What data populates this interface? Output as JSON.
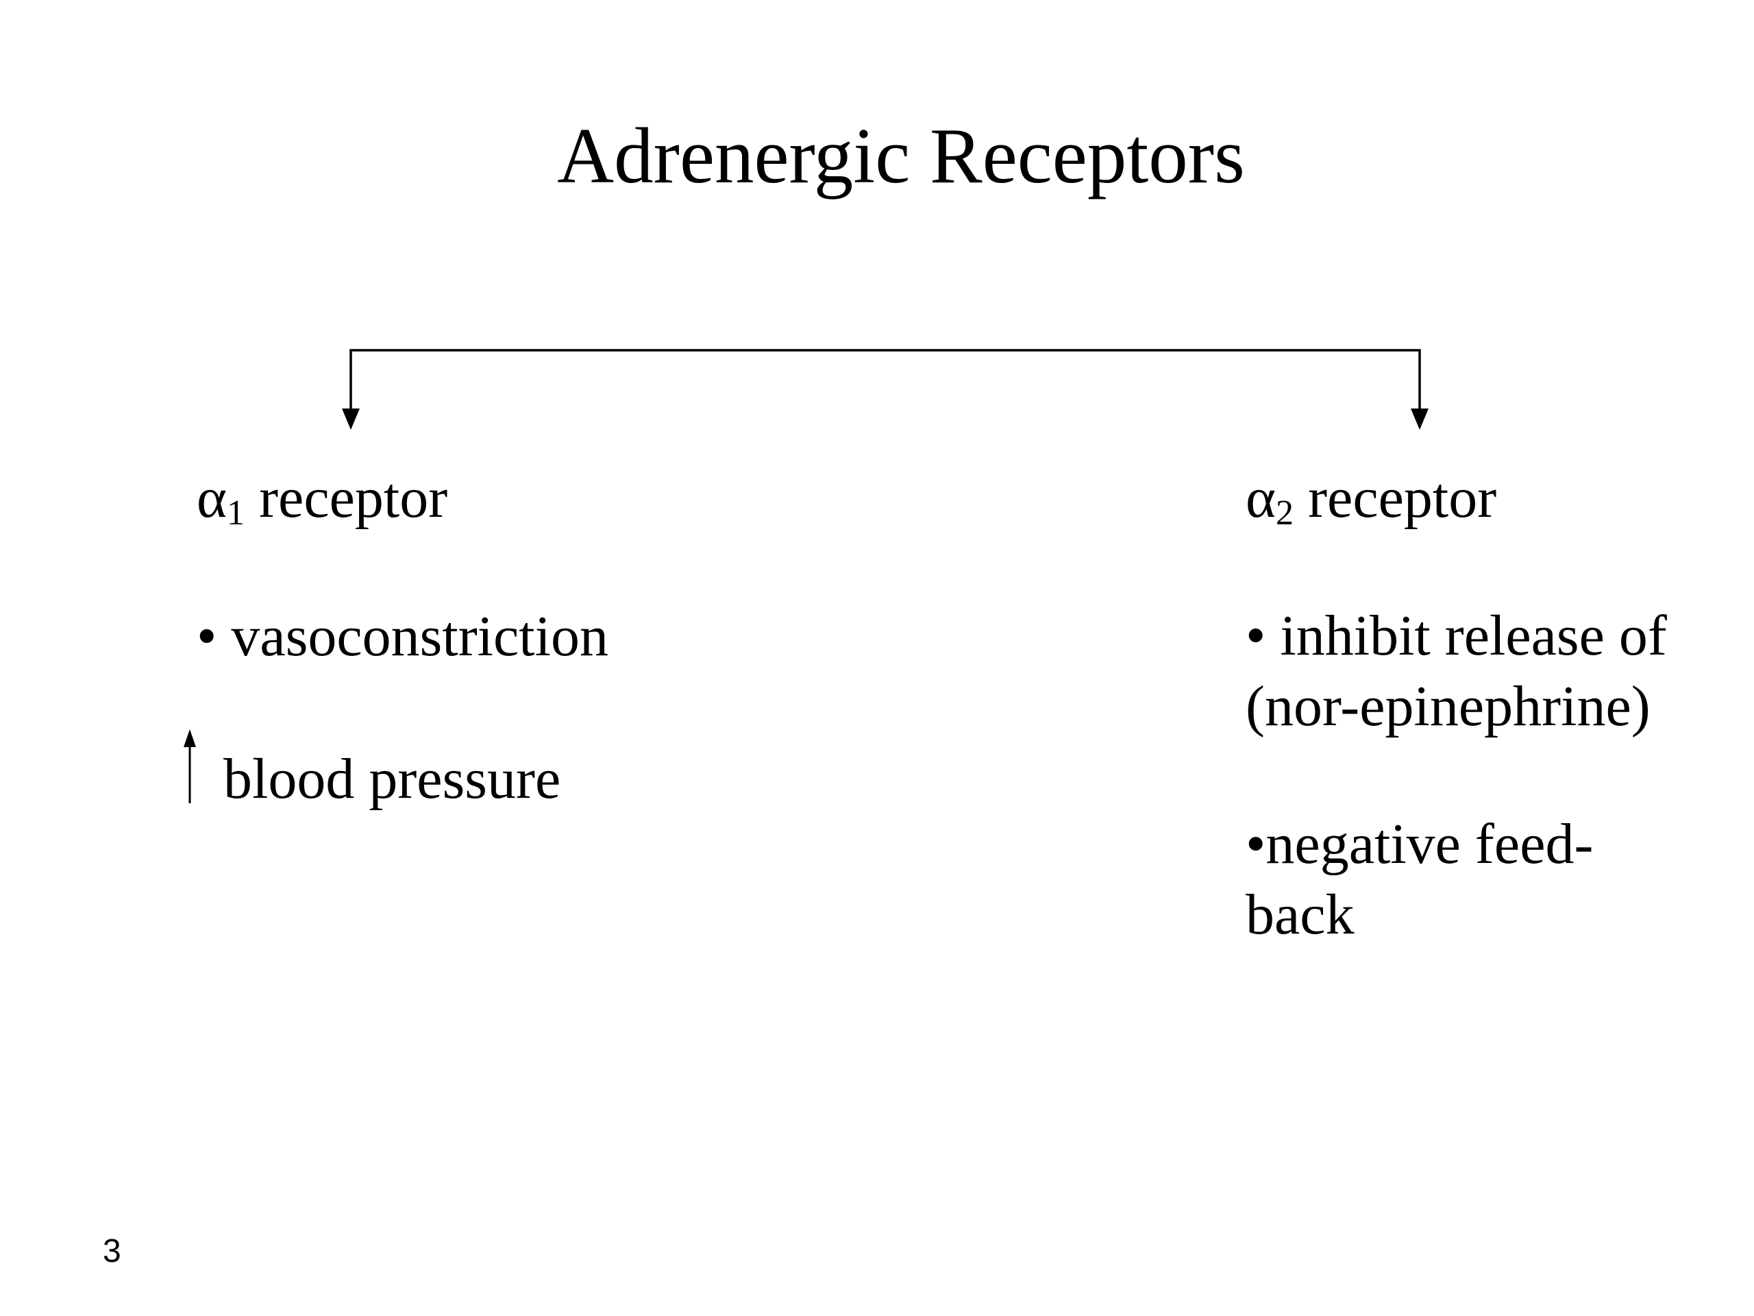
{
  "slide": {
    "title": "Adrenergic Receptors",
    "page_number": "3"
  },
  "colors": {
    "background": "#ffffff",
    "text": "#000000",
    "line": "#000000"
  },
  "icons": {
    "branch_connector": "split-down-arrows",
    "increase_icon": "up-arrow"
  },
  "left_branch": {
    "heading": {
      "symbol": "α",
      "subscript": "1",
      "label": " receptor"
    },
    "bullet": "• vasoconstriction",
    "increase_note": "blood pressure"
  },
  "right_branch": {
    "heading": {
      "symbol": "α",
      "subscript": "2",
      "label": " receptor"
    },
    "bullet1_lines": [
      "• inhibit release of",
      "(nor-epinephrine)"
    ],
    "bullet2_lines": [
      "•negative feed-",
      "back"
    ]
  }
}
